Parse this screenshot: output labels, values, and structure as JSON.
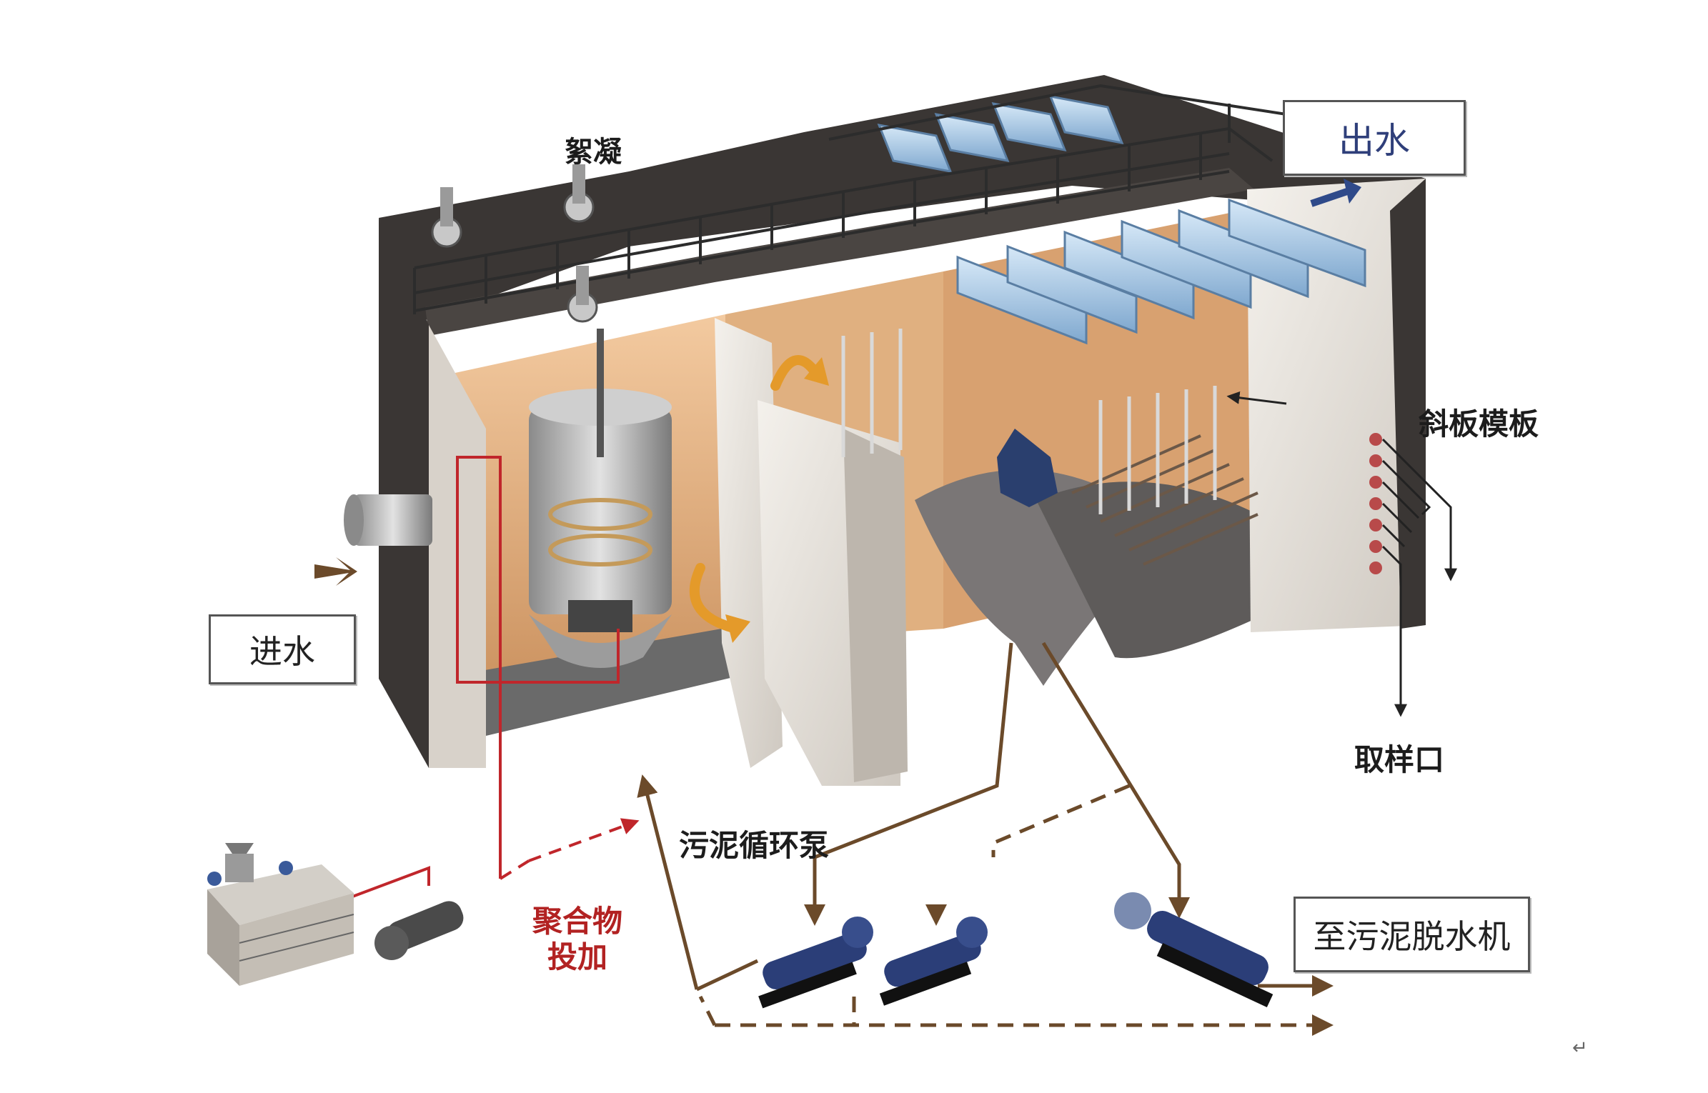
{
  "labels": {
    "inlet": "进水",
    "outlet": "出水",
    "coagulation": "絮凝",
    "inclined_plate": "斜板模板",
    "sampling_port": "取样口",
    "sludge_recirc_pump": "污泥循环泵",
    "polymer_dosing_line1": "聚合物",
    "polymer_dosing_line2": "投加",
    "to_dewatering": "至污泥脱水机",
    "return_mark": "↵"
  },
  "colors": {
    "frame": "#3a3634",
    "wall_light": "#e8e4de",
    "chamber_warm": "#e9b98a",
    "floor_grey": "#6a6a6a",
    "tube_blue": "#9fc3e3",
    "pump_blue": "#2b3e78",
    "flow_brown": "#6b4a2a",
    "dosing_red": "#c0262b",
    "arrow_orange": "#e49a2a",
    "outlet_arrow": "#2f4a8a"
  }
}
